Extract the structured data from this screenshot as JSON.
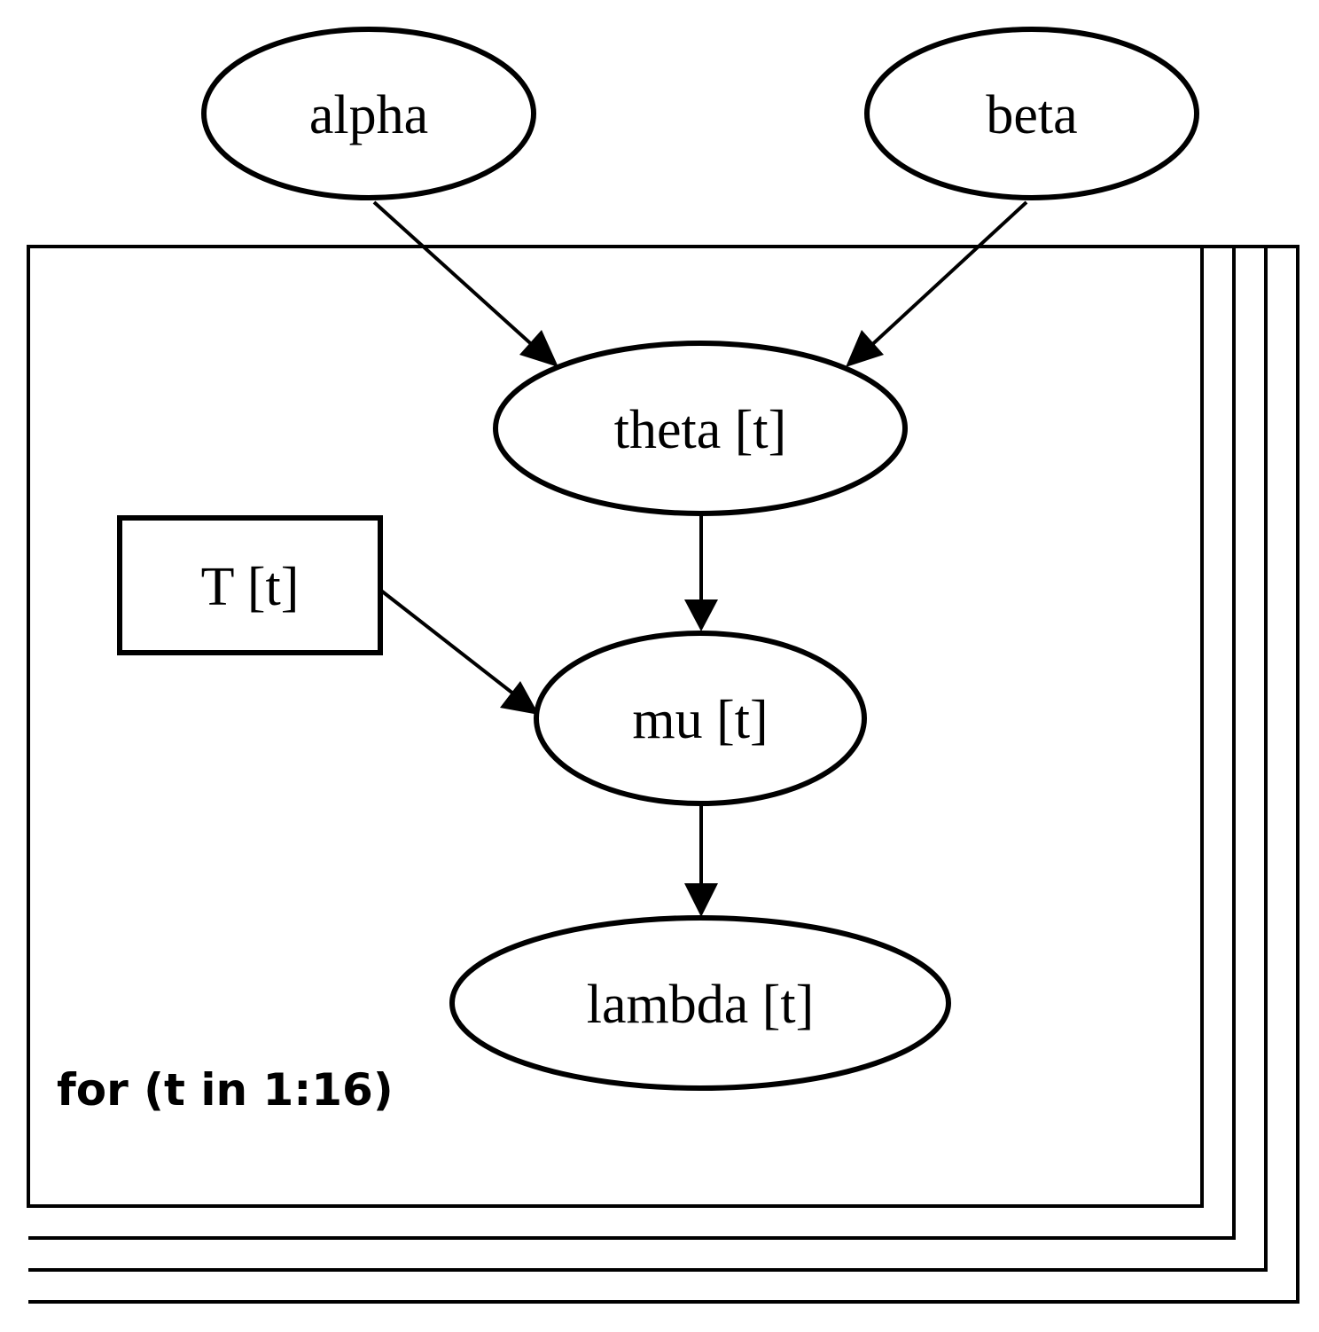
{
  "plate": {
    "label": "for (t in 1:16)"
  },
  "nodes": {
    "alpha": {
      "label": "alpha",
      "shape": "ellipse"
    },
    "beta": {
      "label": "beta",
      "shape": "ellipse"
    },
    "theta": {
      "label": "theta [t]",
      "shape": "ellipse"
    },
    "T": {
      "label": "T [t]",
      "shape": "rectangle"
    },
    "mu": {
      "label": "mu [t]",
      "shape": "ellipse"
    },
    "lambda": {
      "label": "lambda [t]",
      "shape": "ellipse"
    }
  },
  "edges": [
    {
      "from": "alpha",
      "to": "theta"
    },
    {
      "from": "beta",
      "to": "theta"
    },
    {
      "from": "theta",
      "to": "mu"
    },
    {
      "from": "T",
      "to": "mu"
    },
    {
      "from": "mu",
      "to": "lambda"
    }
  ],
  "colors": {
    "stroke": "#000000",
    "background": "#ffffff"
  }
}
